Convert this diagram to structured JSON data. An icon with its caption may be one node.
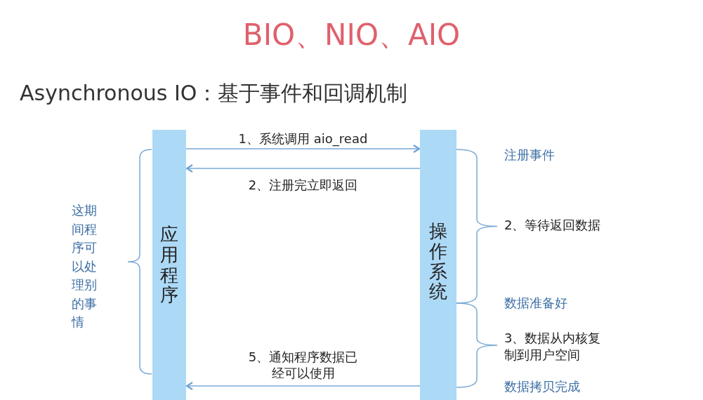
{
  "diagram": {
    "title": "BIO、NIO、AIO",
    "nodes": [
      {
        "text": [
          "应用程序"
        ]
      },
      {
        "text": [
          "操作系统"
        ]
      }
    ],
    "edges": [
      {
        "from": 0,
        "to": 1,
        "arrow": "to",
        "label": "1、系统调用 aio_read"
      },
      {
        "from": 1,
        "to": 0,
        "arrow": "to",
        "label": "2、注册完立即返回"
      },
      {
        "from": 1,
        "to": 0,
        "arrow": "to",
        "label": "5、通知程序数据已经可以使用"
      }
    ],
    "labels": [
      "Asynchronous IO：基于事件和回调机制",
      "这期间程序可以处理别的事情",
      "注册事件",
      "2、等待返回数据",
      "数据准备好",
      "3、数据从内核复制到用户空间",
      "数据拷贝完成"
    ]
  }
}
